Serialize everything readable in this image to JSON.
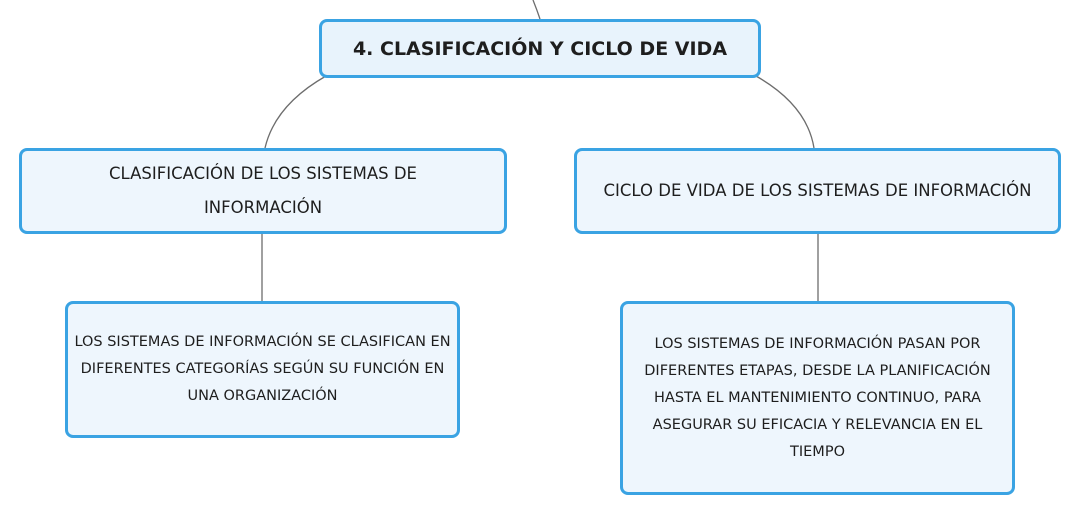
{
  "root": {
    "label": "4. CLASIFICACIÓN Y CICLO DE VIDA"
  },
  "branches": [
    {
      "label": "CLASIFICACIÓN DE LOS SISTEMAS DE INFORMACIÓN",
      "child": "LOS SISTEMAS DE INFORMACIÓN SE CLASIFICAN EN DIFERENTES CATEGORÍAS SEGÚN SU FUNCIÓN EN UNA ORGANIZACIÓN"
    },
    {
      "label": "CICLO DE VIDA DE LOS SISTEMAS DE INFORMACIÓN",
      "child": "LOS SISTEMAS DE INFORMACIÓN PASAN POR DIFERENTES ETAPAS, DESDE LA PLANIFICACIÓN HASTA EL MANTENIMIENTO CONTINUO, PARA ASEGURAR SU EFICACIA Y RELEVANCIA EN EL TIEMPO"
    }
  ],
  "colors": {
    "node_border": "#3aa3e3",
    "node_fill": "#eef6fd",
    "connector": "#6d6d6d",
    "text": "#1e1e1e"
  }
}
